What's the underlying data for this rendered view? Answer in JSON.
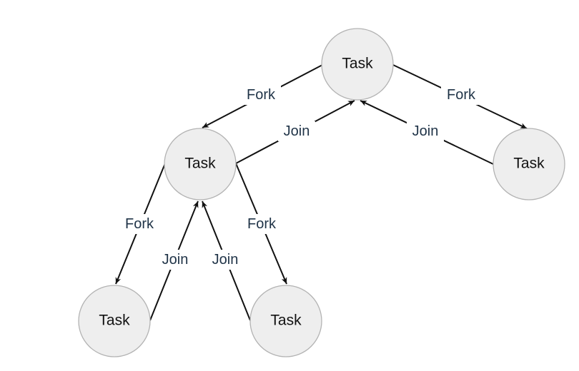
{
  "nodes": [
    {
      "id": "root",
      "label": "Task"
    },
    {
      "id": "mid",
      "label": "Task"
    },
    {
      "id": "right",
      "label": "Task"
    },
    {
      "id": "leaf_left",
      "label": "Task"
    },
    {
      "id": "leaf_mid",
      "label": "Task"
    }
  ],
  "edges": [
    {
      "id": "root_mid_fork",
      "from": "root",
      "to": "mid",
      "label": "Fork"
    },
    {
      "id": "root_right_fork",
      "from": "root",
      "to": "right",
      "label": "Fork"
    },
    {
      "id": "mid_root_join",
      "from": "mid",
      "to": "root",
      "label": "Join"
    },
    {
      "id": "right_root_join",
      "from": "right",
      "to": "root",
      "label": "Join"
    },
    {
      "id": "mid_leafleft_fork",
      "from": "mid",
      "to": "leaf_left",
      "label": "Fork"
    },
    {
      "id": "mid_leafmid_fork",
      "from": "mid",
      "to": "leaf_mid",
      "label": "Fork"
    },
    {
      "id": "leafleft_mid_join",
      "from": "leaf_left",
      "to": "mid",
      "label": "Join"
    },
    {
      "id": "leafmid_mid_join",
      "from": "leaf_mid",
      "to": "mid",
      "label": "Join"
    }
  ]
}
